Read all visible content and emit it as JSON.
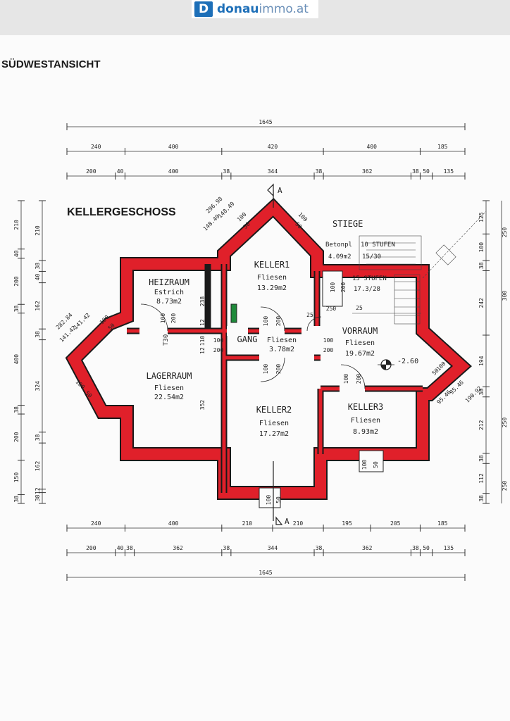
{
  "brand": {
    "logo_letter": "D",
    "name_bold": "donau",
    "name_light": "immo.at"
  },
  "headings": {
    "view_title": "SÜDWESTANSICHT",
    "floor_title": "KELLERGESCHOSS",
    "stairs": "STIEGE"
  },
  "rooms": {
    "heizraum": {
      "name": "HEIZRAUM",
      "floor": "Estrich",
      "area": "8.73m2"
    },
    "keller1": {
      "name": "KELLER1",
      "floor": "Fliesen",
      "area": "13.29m2"
    },
    "lagerraum": {
      "name": "LAGERRAUM",
      "floor": "Fliesen",
      "area": "22.54m2"
    },
    "gang": {
      "name": "GANG",
      "floor": "Fliesen",
      "area": "3.78m2"
    },
    "vorraum": {
      "name": "VORRAUM",
      "floor": "Fliesen",
      "area": "19.67m2"
    },
    "keller2": {
      "name": "KELLER2",
      "floor": "Fliesen",
      "area": "17.27m2"
    },
    "keller3": {
      "name": "KELLER3",
      "floor": "Fliesen",
      "area": "8.93m2"
    }
  },
  "stairs": {
    "landing_label": "Betonpl",
    "landing_area": "4.09m2",
    "flight1": "10 STUFEN",
    "flight1_ratio": "15/30",
    "flight2": "15 STUFEN",
    "flight2_ratio": "17.3/28"
  },
  "level": "-2.60",
  "section_mark": "A",
  "fire_door": "T30",
  "dims": {
    "total": "1645",
    "top1": [
      "240",
      "400",
      "420",
      "400",
      "185"
    ],
    "top2": [
      "200",
      "40",
      "400",
      "38",
      "344",
      "38",
      "362",
      "38",
      "50",
      "135"
    ],
    "bot1": [
      "240",
      "400",
      "210",
      "210",
      "195",
      "205",
      "185"
    ],
    "bot2": [
      "200",
      "40",
      "38",
      "362",
      "38",
      "344",
      "38",
      "362",
      "38",
      "50",
      "135"
    ],
    "left1": [
      "210",
      "40",
      "200",
      "38",
      "400",
      "38",
      "200",
      "150",
      "38"
    ],
    "left2": [
      "210",
      "38",
      "40",
      "162",
      "38",
      "324",
      "38",
      "162",
      "12",
      "38"
    ],
    "right1": [
      "125",
      "100",
      "38",
      "242",
      "194",
      "38",
      "212",
      "38",
      "112",
      "38"
    ],
    "right2": [
      "250",
      "300",
      "250",
      "250"
    ],
    "diag": [
      "296.98",
      "148.49",
      "148.49",
      "282.84",
      "141.42",
      "141.42",
      "95.46",
      "95.46",
      "190.92"
    ],
    "inner": [
      "238",
      "12",
      "110",
      "12",
      "352",
      "250",
      "25",
      "25"
    ],
    "doors": [
      "100",
      "50",
      "100",
      "200"
    ]
  }
}
